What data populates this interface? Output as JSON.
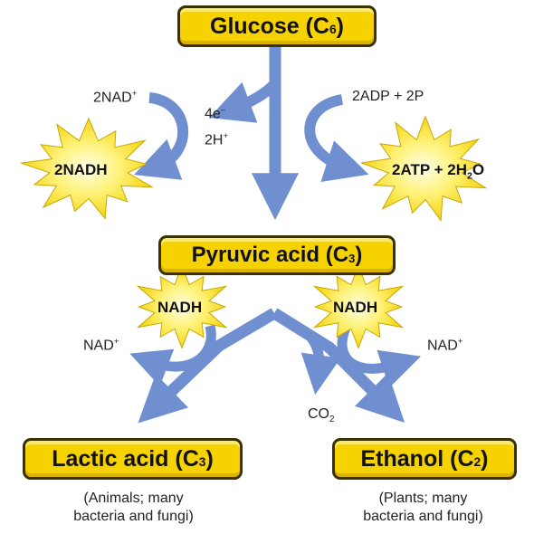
{
  "colors": {
    "arrow": "#6f8fd0",
    "box": "#f6d200",
    "star": "#f8e838"
  },
  "glucose": {
    "name": "Glucose",
    "open": "(C",
    "sub": "6",
    "close": ")"
  },
  "pyruvic": {
    "name": "Pyruvic acid",
    "open": "(C",
    "sub": "3",
    "close": ")"
  },
  "lactic": {
    "name": "Lactic acid",
    "open": "(C",
    "sub": "3",
    "close": ")"
  },
  "ethanol": {
    "name": "Ethanol",
    "open": "(C",
    "sub": "2",
    "close": ")"
  },
  "labels": {
    "nad_top": {
      "text": "2NAD",
      "sup": "+"
    },
    "electrons": {
      "text": "4e",
      "sup": "–"
    },
    "protons": {
      "text": "2H",
      "sup": "+"
    },
    "adp": "2ADP + 2P",
    "nad_left": {
      "text": "NAD",
      "sup": "+"
    },
    "nad_right": {
      "text": "NAD",
      "sup": "+"
    },
    "co2": {
      "text": "CO",
      "sub": "2"
    }
  },
  "stars": {
    "nadh2": "2NADH",
    "atp": {
      "pre": "2ATP + 2H",
      "sub": "2",
      "post": "O"
    },
    "nadh_left": "NADH",
    "nadh_right": "NADH"
  },
  "notes": {
    "lactic": [
      "(Animals; many",
      "bacteria and fungi)"
    ],
    "ethanol": [
      "(Plants; many",
      "bacteria and fungi)"
    ]
  }
}
